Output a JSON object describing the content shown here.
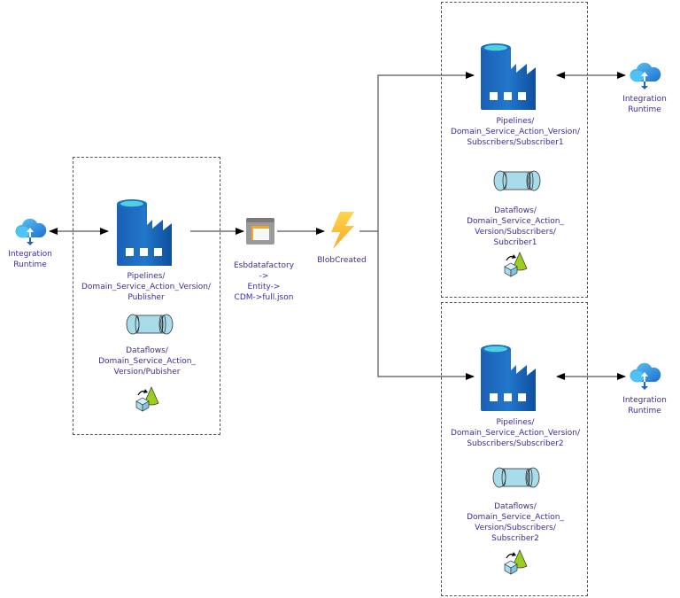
{
  "diagram": {
    "title": "",
    "groups": [
      {
        "id": "publisher-group"
      },
      {
        "id": "subscriber1-group"
      },
      {
        "id": "subscriber2-group"
      }
    ],
    "nodes": {
      "ir_left": {
        "label_lines": [
          "Integration",
          "Runtime"
        ],
        "icon": "integration-runtime-cloud-icon"
      },
      "pub_pipeline": {
        "label_lines": [
          "Pipelines/",
          "Domain_Service_Action_Version/",
          "Publisher"
        ],
        "icon": "data-factory-icon"
      },
      "pub_dataflow": {
        "label_lines": [
          "Dataflows/",
          "Domain_Service_Action_",
          "Version/Pubisher"
        ],
        "icon": "dataflow-pipe-icon"
      },
      "storage": {
        "label_lines": [
          "Esbdatafactory",
          "->",
          "Entity->",
          "CDM->full.json"
        ],
        "icon": "storage-folder-icon"
      },
      "blob_created": {
        "label_lines": [
          "BlobCreated"
        ],
        "icon": "event-lightning-icon"
      },
      "sub1_pipeline": {
        "label_lines": [
          "Pipelines/",
          "Domain_Service_Action_Version/",
          "Subscribers/Subscriber1"
        ],
        "icon": "data-factory-icon"
      },
      "sub1_dataflow": {
        "label_lines": [
          "Dataflows/",
          "Domain_Service_Action_",
          "Version/Subscribers/",
          "Subcriber1"
        ],
        "icon": "dataflow-pipe-icon"
      },
      "ir_right1": {
        "label_lines": [
          "Integration",
          "Runtime"
        ],
        "icon": "integration-runtime-cloud-icon"
      },
      "sub2_pipeline": {
        "label_lines": [
          "Pipelines/",
          "Domain_Service_Action_Version/",
          "Subscribers/Subscriber2"
        ],
        "icon": "data-factory-icon"
      },
      "sub2_dataflow": {
        "label_lines": [
          "Dataflows/",
          "Domain_Service_Action_",
          "Version/Subscribers/",
          "Subscriber2"
        ],
        "icon": "dataflow-pipe-icon"
      },
      "ir_right2": {
        "label_lines": [
          "Integration",
          "Runtime"
        ],
        "icon": "integration-runtime-cloud-icon"
      }
    },
    "edges": [
      {
        "from": "ir_left",
        "to": "pub_pipeline",
        "type": "bidirectional"
      },
      {
        "from": "pub_pipeline",
        "to": "storage",
        "type": "directed"
      },
      {
        "from": "storage",
        "to": "blob_created",
        "type": "directed"
      },
      {
        "from": "blob_created",
        "to": "sub1_pipeline",
        "type": "directed"
      },
      {
        "from": "blob_created",
        "to": "sub2_pipeline",
        "type": "directed"
      },
      {
        "from": "sub1_pipeline",
        "to": "ir_right1",
        "type": "bidirectional"
      },
      {
        "from": "sub2_pipeline",
        "to": "ir_right2",
        "type": "bidirectional"
      }
    ],
    "colors": {
      "label_text": "#3a2c9e",
      "factory_blue": "#1565c0",
      "factory_cap": "#4dd0e1",
      "dataflow_fill": "#a8dcea",
      "lightning": "#fbc02d",
      "folder_orange": "#f5a623",
      "cloud_blue": "#2d8fe0",
      "cone_green": "#9acd1e"
    }
  }
}
